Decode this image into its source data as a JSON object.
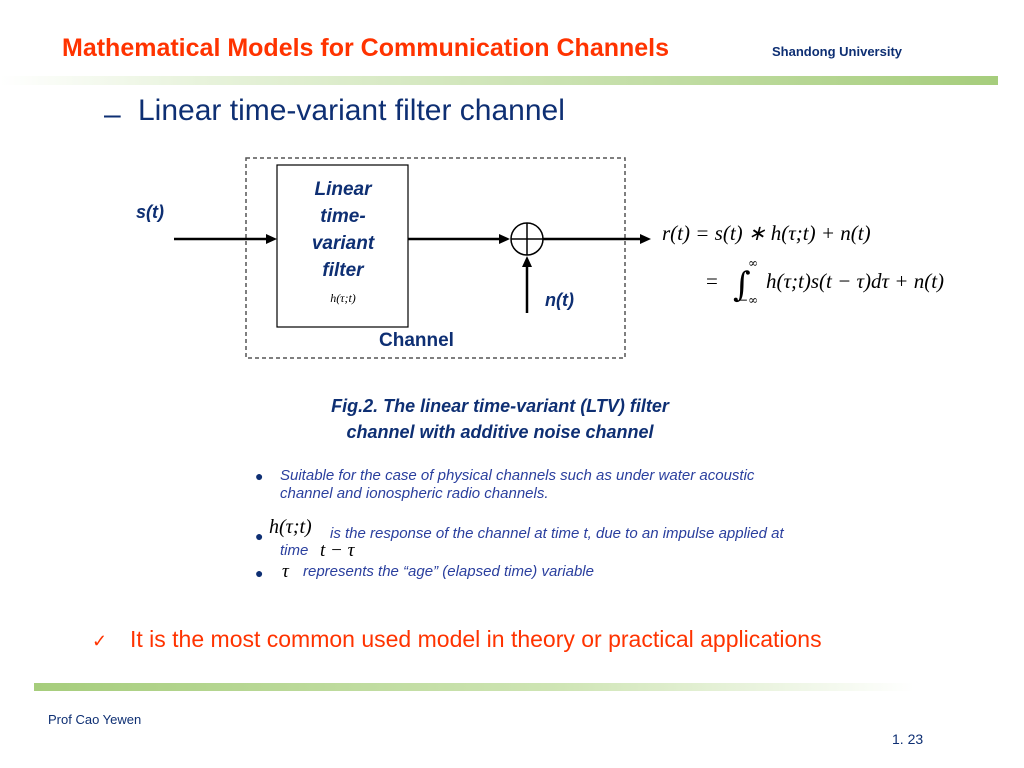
{
  "header": {
    "title": "Mathematical Models for Communication Channels",
    "university": "Shandong University"
  },
  "section": {
    "dash": "–",
    "heading": "Linear time-variant filter channel"
  },
  "diagram": {
    "input_signal": "s(t)",
    "filter_lines": [
      "Linear",
      "time-",
      "variant",
      "filter"
    ],
    "filter_response": "h(τ;t)",
    "noise_label": "n(t)",
    "channel_label": "Channel",
    "equation_line1": "r(t) = s(t) ∗ h(τ;t) + n(t)",
    "equation_line2_prefix": "=",
    "integral_upper": "∞",
    "integral_lower": "−∞",
    "equation_line2_body": "h(τ;t)s(t − τ)dτ + n(t)"
  },
  "caption": {
    "line1": "Fig.2.  The  linear  time-variant (LTV) filter",
    "line2": "channel with additive noise channel"
  },
  "bullets": {
    "b1_line1": "Suitable for the case of  physical channels such as under water acoustic",
    "b1_line2": "channel and ionospheric radio channels.",
    "b2_math": "h(τ;t)",
    "b2_text": "is the response of the channel at time t, due to an impulse applied at",
    "b2_line2": "time",
    "b2_math2": "t − τ",
    "b3_math": "τ",
    "b3_text": "represents the “age” (elapsed time) variable"
  },
  "conclusion": {
    "check": "✓",
    "text": "It is the most common used model in theory or practical applications"
  },
  "footer": {
    "author": "Prof  Cao Yewen",
    "page": "1. 23"
  }
}
